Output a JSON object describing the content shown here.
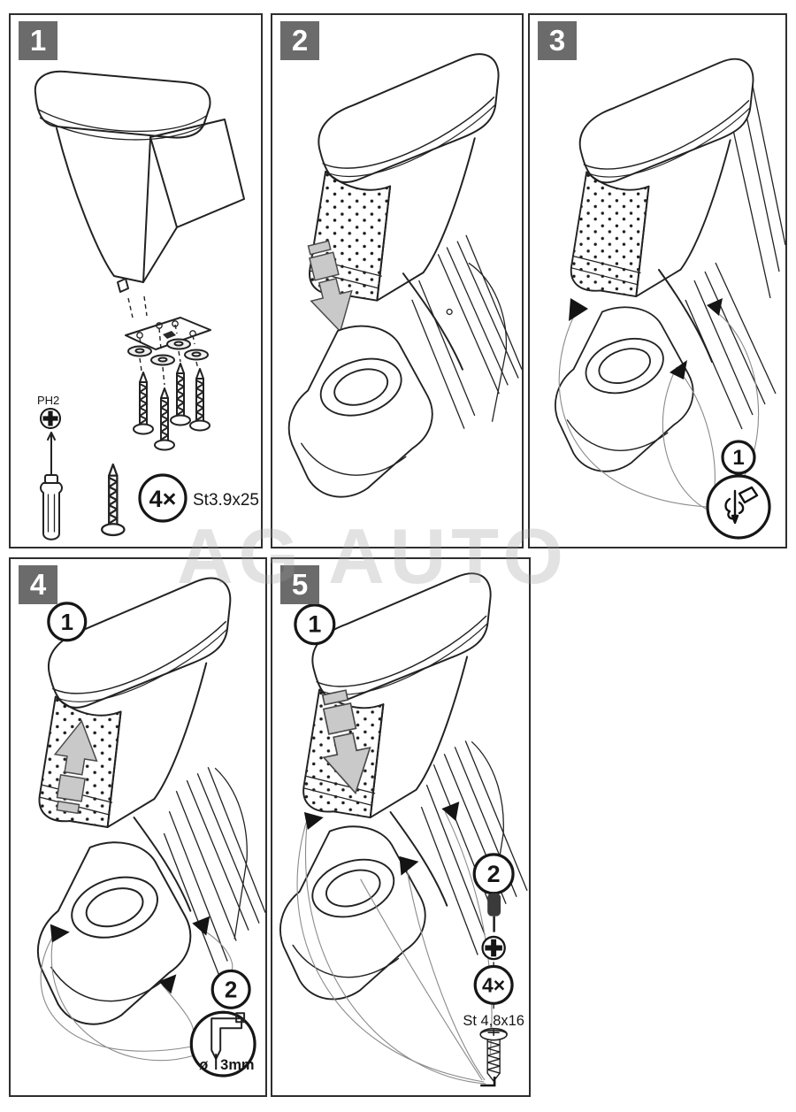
{
  "watermark": {
    "text": "AG AUTO"
  },
  "colors": {
    "badge_bg": "#6b6b6b",
    "badge_text": "#ffffff",
    "line": "#222222",
    "slide_arrow_fill": "#c9c9c9",
    "watermark_color": "#969696"
  },
  "steps": {
    "s1": {
      "number": "1",
      "driver_label": "PH2",
      "quantity": "4×",
      "screw_spec": "St3.9x25"
    },
    "s2": {
      "number": "2"
    },
    "s3": {
      "number": "3",
      "step_ref": "1"
    },
    "s4": {
      "number": "4",
      "step_ref": "1",
      "callout": "2",
      "drill_diameter": "ø3mm",
      "drill_dia_prefix": "ø",
      "drill_dia_value": "3mm"
    },
    "s5": {
      "number": "5",
      "step_ref": "1",
      "callout": "2",
      "quantity": "4×",
      "screw_spec": "St 4,8x16"
    }
  }
}
